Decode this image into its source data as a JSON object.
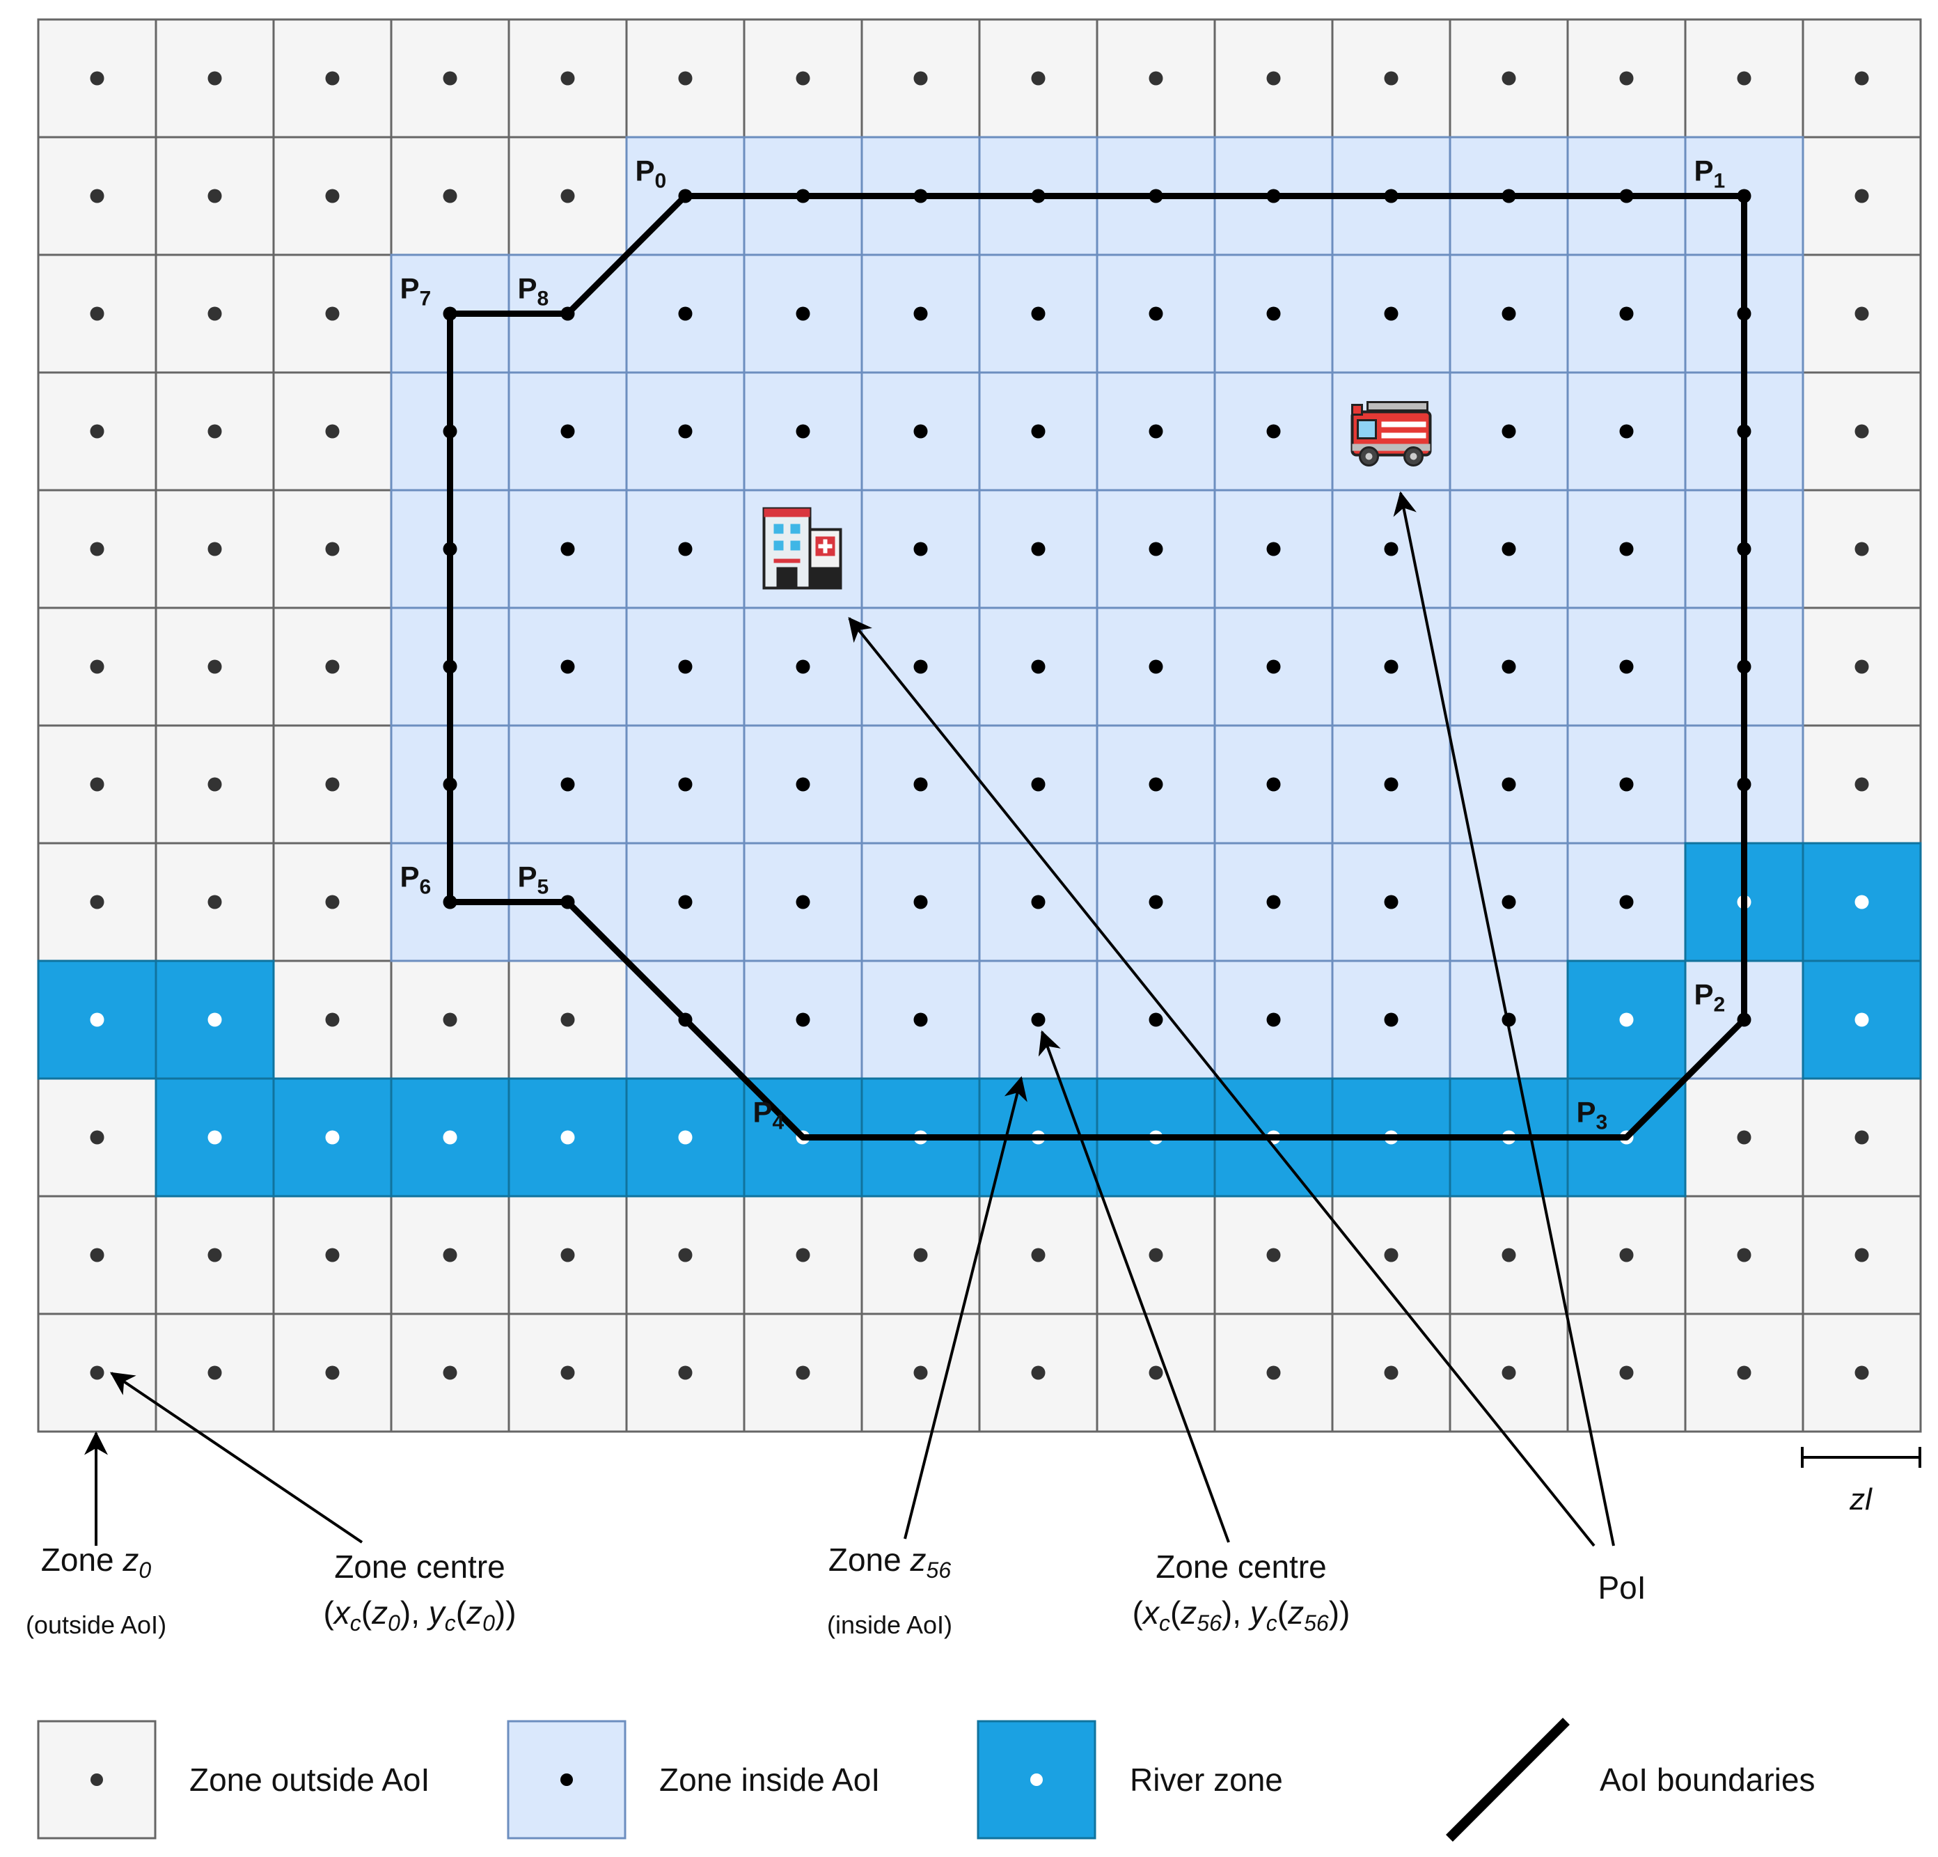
{
  "grid": {
    "cols": 16,
    "rows": 12,
    "river_cells": [
      [
        7,
        14
      ],
      [
        7,
        15
      ],
      [
        8,
        0
      ],
      [
        8,
        1
      ],
      [
        8,
        13
      ],
      [
        8,
        15
      ],
      [
        9,
        1
      ],
      [
        9,
        2
      ],
      [
        9,
        3
      ],
      [
        9,
        4
      ],
      [
        9,
        5
      ],
      [
        9,
        6
      ],
      [
        9,
        7
      ],
      [
        9,
        8
      ],
      [
        9,
        9
      ],
      [
        9,
        10
      ],
      [
        9,
        11
      ],
      [
        9,
        12
      ],
      [
        9,
        13
      ]
    ],
    "inside_cells": [
      [
        1,
        5
      ],
      [
        1,
        6
      ],
      [
        1,
        7
      ],
      [
        1,
        8
      ],
      [
        1,
        9
      ],
      [
        1,
        10
      ],
      [
        1,
        11
      ],
      [
        1,
        12
      ],
      [
        1,
        13
      ],
      [
        1,
        14
      ],
      [
        2,
        3
      ],
      [
        2,
        4
      ],
      [
        2,
        5
      ],
      [
        2,
        6
      ],
      [
        2,
        7
      ],
      [
        2,
        8
      ],
      [
        2,
        9
      ],
      [
        2,
        10
      ],
      [
        2,
        11
      ],
      [
        2,
        12
      ],
      [
        2,
        13
      ],
      [
        2,
        14
      ],
      [
        3,
        3
      ],
      [
        3,
        4
      ],
      [
        3,
        5
      ],
      [
        3,
        6
      ],
      [
        3,
        7
      ],
      [
        3,
        8
      ],
      [
        3,
        9
      ],
      [
        3,
        10
      ],
      [
        3,
        11
      ],
      [
        3,
        12
      ],
      [
        3,
        13
      ],
      [
        3,
        14
      ],
      [
        4,
        3
      ],
      [
        4,
        4
      ],
      [
        4,
        5
      ],
      [
        4,
        6
      ],
      [
        4,
        7
      ],
      [
        4,
        8
      ],
      [
        4,
        9
      ],
      [
        4,
        10
      ],
      [
        4,
        11
      ],
      [
        4,
        12
      ],
      [
        4,
        13
      ],
      [
        4,
        14
      ],
      [
        5,
        3
      ],
      [
        5,
        4
      ],
      [
        5,
        5
      ],
      [
        5,
        6
      ],
      [
        5,
        7
      ],
      [
        5,
        8
      ],
      [
        5,
        9
      ],
      [
        5,
        10
      ],
      [
        5,
        11
      ],
      [
        5,
        12
      ],
      [
        5,
        13
      ],
      [
        5,
        14
      ],
      [
        6,
        3
      ],
      [
        6,
        4
      ],
      [
        6,
        5
      ],
      [
        6,
        6
      ],
      [
        6,
        7
      ],
      [
        6,
        8
      ],
      [
        6,
        9
      ],
      [
        6,
        10
      ],
      [
        6,
        11
      ],
      [
        6,
        12
      ],
      [
        6,
        13
      ],
      [
        6,
        14
      ],
      [
        7,
        3
      ],
      [
        7,
        4
      ],
      [
        7,
        5
      ],
      [
        7,
        6
      ],
      [
        7,
        7
      ],
      [
        7,
        8
      ],
      [
        7,
        9
      ],
      [
        7,
        10
      ],
      [
        7,
        11
      ],
      [
        7,
        12
      ],
      [
        7,
        13
      ],
      [
        8,
        5
      ],
      [
        8,
        6
      ],
      [
        8,
        7
      ],
      [
        8,
        8
      ],
      [
        8,
        9
      ],
      [
        8,
        10
      ],
      [
        8,
        11
      ],
      [
        8,
        12
      ],
      [
        8,
        14
      ]
    ],
    "colors": {
      "outside_fill": "#f5f5f5",
      "outside_border": "#666666",
      "inside_fill": "#dae8fc",
      "inside_border": "#6c8ebf",
      "river_fill": "#1ba1e2",
      "river_border": "#10739e",
      "boundary": "#000000"
    }
  },
  "boundary": {
    "points": [
      {
        "label": "P",
        "sub": "0",
        "col": 5.5,
        "row": 1.5
      },
      {
        "label": "P",
        "sub": "1",
        "col": 14.5,
        "row": 1.5
      },
      {
        "label": "P",
        "sub": "2",
        "col": 14.5,
        "row": 8.5
      },
      {
        "label": "P",
        "sub": "3",
        "col": 13.5,
        "row": 9.5
      },
      {
        "label": "P",
        "sub": "4",
        "col": 6.5,
        "row": 9.5
      },
      {
        "label": "P",
        "sub": "5",
        "col": 4.5,
        "row": 7.5
      },
      {
        "label": "P",
        "sub": "6",
        "col": 3.5,
        "row": 7.5
      },
      {
        "label": "P",
        "sub": "7",
        "col": 3.5,
        "row": 2.5
      },
      {
        "label": "P",
        "sub": "8",
        "col": 4.5,
        "row": 2.5
      }
    ]
  },
  "icons": [
    {
      "name": "hospital-icon",
      "col": 6.5,
      "row": 4.5
    },
    {
      "name": "fire-truck-icon",
      "col": 11.5,
      "row": 3.5
    }
  ],
  "annotations": {
    "zone_z0": {
      "text": "Zone ",
      "var": "z",
      "sub": "0",
      "note": "(outside AoI)"
    },
    "zone_centre_z0": {
      "line1": "Zone centre",
      "formula": "(x",
      "sub_c": "c",
      "arg": "0"
    },
    "zone_z56": {
      "text": "Zone ",
      "var": "z",
      "sub": "56",
      "note": "(inside AoI)"
    },
    "zone_centre_z56": {
      "line1": "Zone centre",
      "arg": "56"
    },
    "poi": {
      "text": "PoI"
    },
    "scale": {
      "text": "zl"
    }
  },
  "legend": {
    "outside": "Zone outside AoI",
    "inside": "Zone inside AoI",
    "river": "River zone",
    "boundary": "AoI boundaries"
  }
}
